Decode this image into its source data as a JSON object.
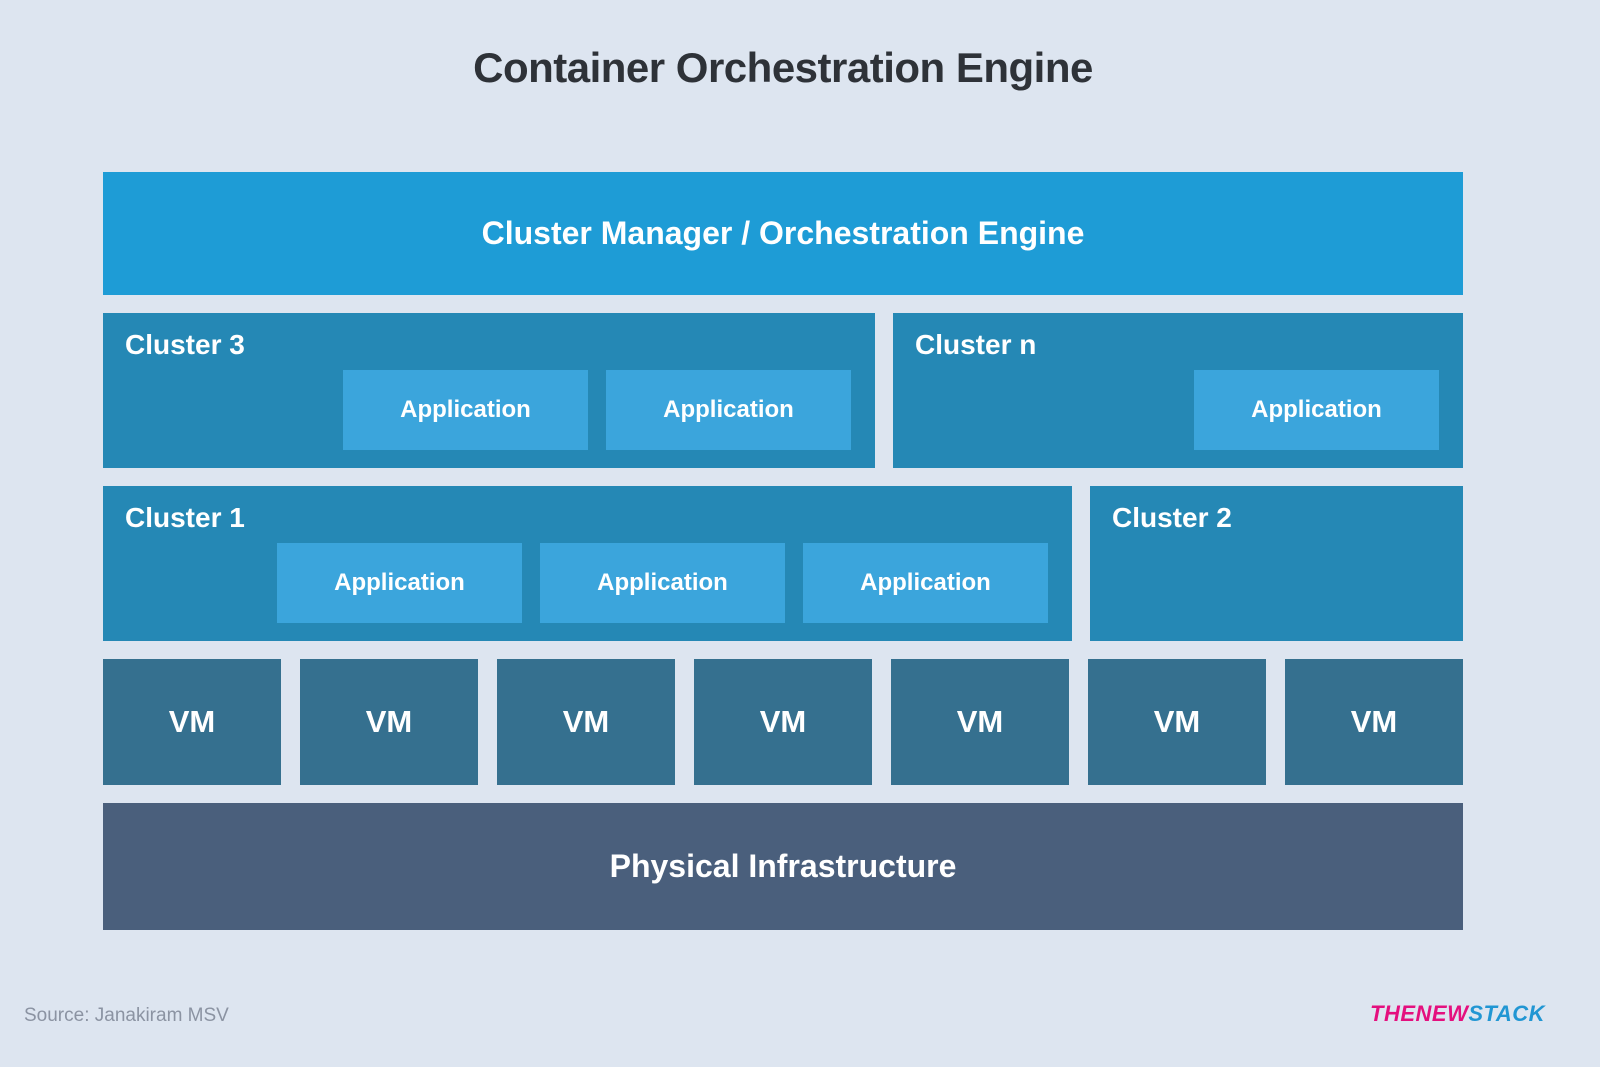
{
  "title": "Container Orchestration Engine",
  "manager": {
    "label": "Cluster Manager / Orchestration Engine"
  },
  "clusters": [
    {
      "label": "Cluster 3",
      "applications": [
        "Application",
        "Application"
      ]
    },
    {
      "label": "Cluster n",
      "applications": [
        "Application"
      ]
    },
    {
      "label": "Cluster 1",
      "applications": [
        "Application",
        "Application",
        "Application"
      ]
    },
    {
      "label": "Cluster 2",
      "applications": []
    }
  ],
  "vms": [
    "VM",
    "VM",
    "VM",
    "VM",
    "VM",
    "VM",
    "VM"
  ],
  "infrastructure": {
    "label": "Physical Infrastructure"
  },
  "footer": {
    "source": "Source: Janakiram MSV",
    "logo": {
      "part1": "THE",
      "part2": "NEW",
      "part3": "STACK"
    }
  },
  "colors": {
    "background": "#dde5f0",
    "manager_bar": "#1e9cd6",
    "cluster_box": "#2588b5",
    "application_box": "#3ba5dc",
    "vm_box": "#35708f",
    "infrastructure_bar": "#4a5f7c",
    "title_text": "#2e3238",
    "source_text": "#8b93a2",
    "logo_magenta": "#e40f7e",
    "logo_blue": "#2196d3"
  }
}
